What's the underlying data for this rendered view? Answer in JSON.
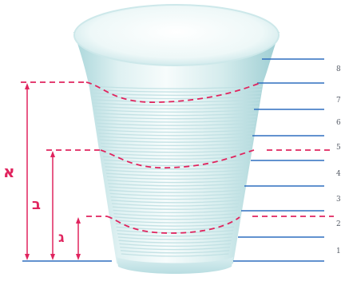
{
  "scale": {
    "numbers": [
      "8",
      "7",
      "6",
      "5",
      "4",
      "3",
      "2",
      "1"
    ]
  },
  "labels": {
    "a": "א",
    "b": "ב",
    "c": "ג"
  },
  "colors": {
    "scale_line": "#2f6fbf",
    "dashed": "#e0245e",
    "arrow": "#e0245e",
    "cup_light": "#eef8f8",
    "cup_mid": "#c9e6e8",
    "cup_dark": "#9fcfd4"
  }
}
